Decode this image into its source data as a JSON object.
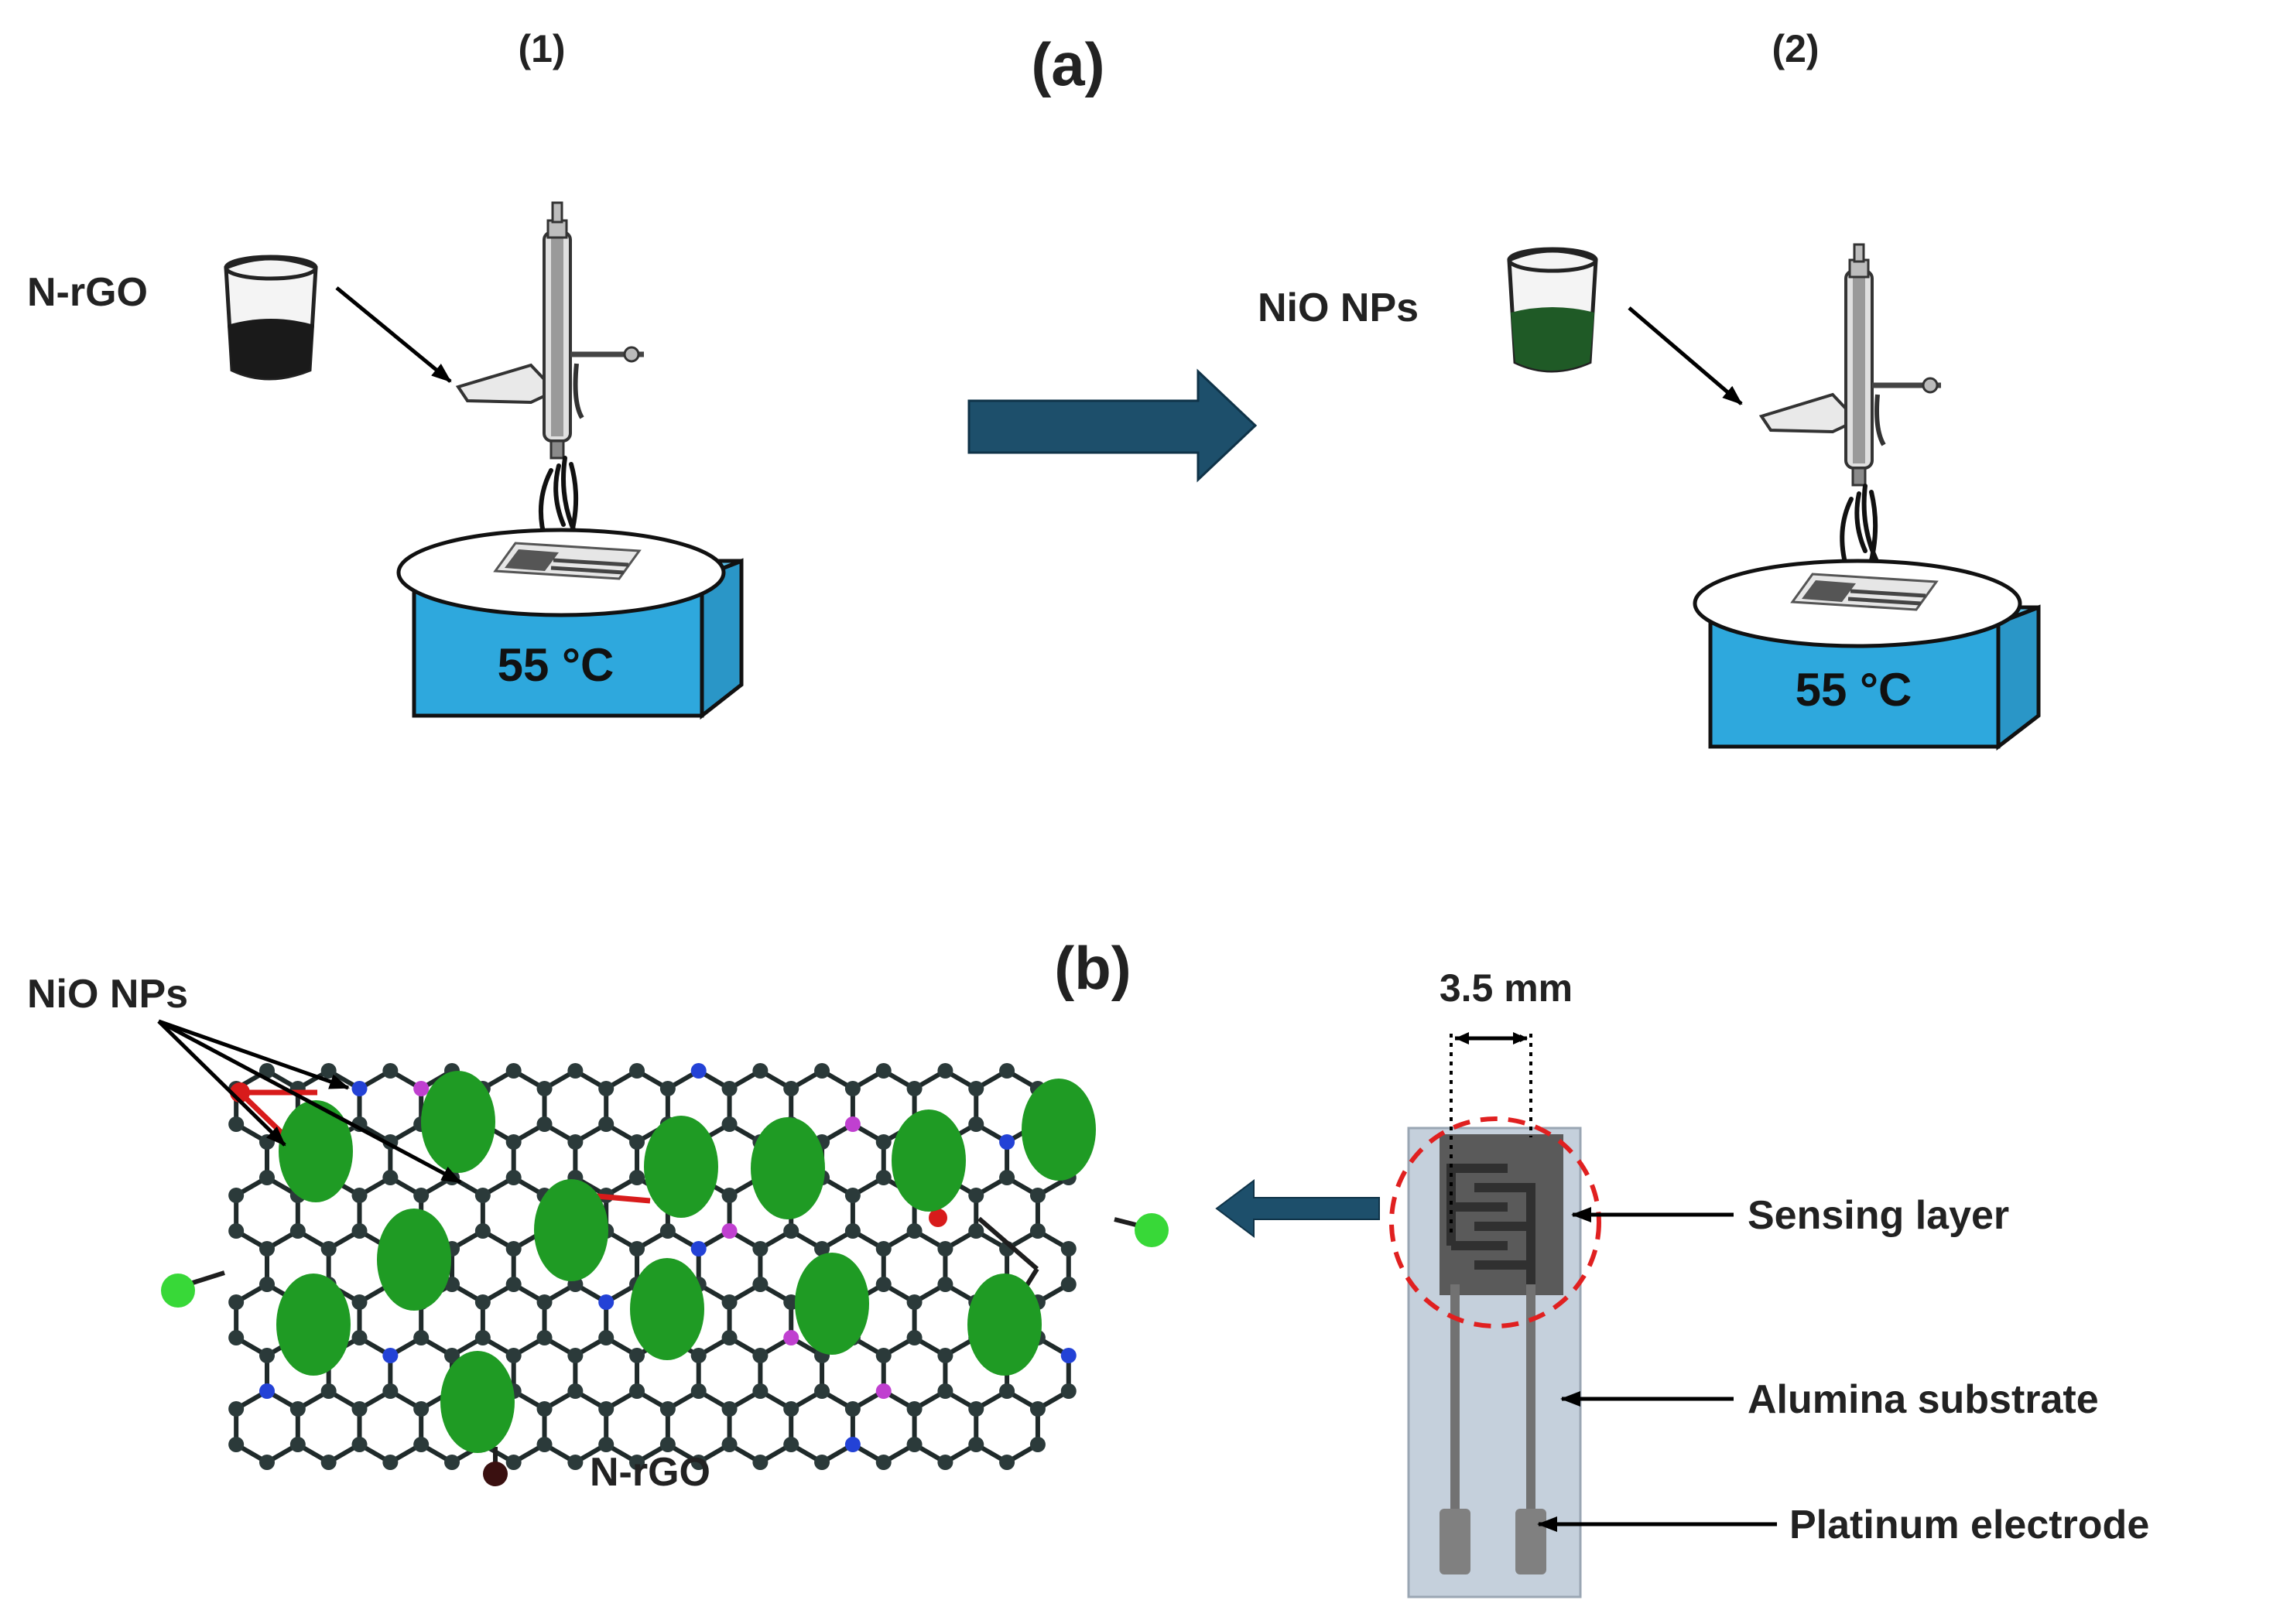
{
  "figure": {
    "panel_a": {
      "label": "(a)",
      "step1": {
        "step_label": "(1)",
        "material_label": "N-rGO",
        "temperature_label": "55 °C",
        "liquid_color": "#1a1a1a"
      },
      "step2": {
        "step_label": "(2)",
        "material_label": "NiO NPs",
        "temperature_label": "55 °C",
        "liquid_color": "#1f5a26"
      },
      "hotplate_color": "#2ea8dd",
      "process_arrow_color": "#1d4f6b"
    },
    "panel_b": {
      "label": "(b)",
      "nanoparticle_label": "NiO NPs",
      "sheet_label": "N-rGO",
      "dimension_label": "3.5 mm",
      "parts": {
        "sensing_layer": "Sensing layer",
        "substrate": "Alumina substrate",
        "electrode": "Platinum electrode"
      },
      "nanoparticle_color": "#1f9b24",
      "highlight_circle_color": "#e02020"
    }
  }
}
